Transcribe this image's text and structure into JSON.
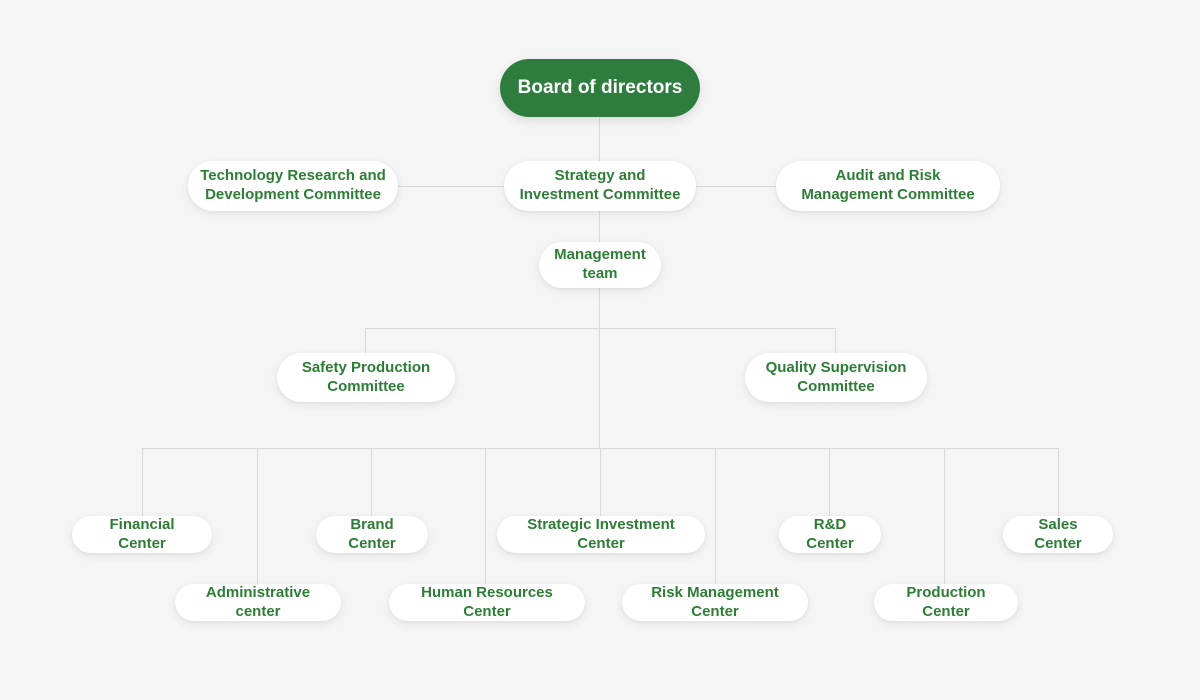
{
  "org_chart": {
    "root": {
      "label": "Board of directors"
    },
    "committees": [
      {
        "label": "Technology Research and Development Committee"
      },
      {
        "label": "Strategy and Investment Committee"
      },
      {
        "label": "Audit and Risk Management Committee"
      }
    ],
    "management": {
      "label": "Management team"
    },
    "sub_committees": [
      {
        "label": "Safety Production Committee"
      },
      {
        "label": "Quality Supervision Committee"
      }
    ],
    "centers_row1": [
      {
        "label": "Financial Center"
      },
      {
        "label": "Brand Center"
      },
      {
        "label": "Strategic Investment Center"
      },
      {
        "label": "R&D Center"
      },
      {
        "label": "Sales Center"
      }
    ],
    "centers_row2": [
      {
        "label": "Administrative center"
      },
      {
        "label": "Human Resources Center"
      },
      {
        "label": "Risk Management Center"
      },
      {
        "label": "Production Center"
      }
    ]
  },
  "theme": {
    "bg": "#f5f5f6",
    "node-green": "#2e7d3f",
    "text-green": "#2e7d36",
    "line": "#d8d8d8",
    "pill-bg": "#ffffff"
  }
}
